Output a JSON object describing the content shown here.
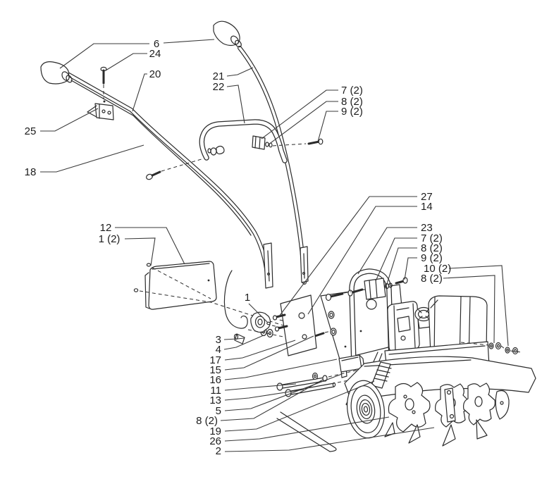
{
  "figure": {
    "description": "Exploded parts diagram of a rear-tine garden tiller showing handlebars, mounting hardware, engine, wheel and tine assembly",
    "background_color": "#ffffff",
    "line_color": "#2b2b2b",
    "label_color": "#1c1c1c",
    "callouts": [
      {
        "id": "6",
        "label": "6"
      },
      {
        "id": "24",
        "label": "24"
      },
      {
        "id": "20",
        "label": "20"
      },
      {
        "id": "21",
        "label": "21"
      },
      {
        "id": "22",
        "label": "22"
      },
      {
        "id": "7-upper",
        "label": "7 (2)"
      },
      {
        "id": "8-upper",
        "label": "8 (2)"
      },
      {
        "id": "9-upper",
        "label": "9 (2)"
      },
      {
        "id": "25",
        "label": "25"
      },
      {
        "id": "18",
        "label": "18"
      },
      {
        "id": "12",
        "label": "12"
      },
      {
        "id": "1-pair",
        "label": "1 (2)"
      },
      {
        "id": "1",
        "label": "1"
      },
      {
        "id": "27",
        "label": "27"
      },
      {
        "id": "14",
        "label": "14"
      },
      {
        "id": "23",
        "label": "23"
      },
      {
        "id": "7-mid",
        "label": "7 (2)"
      },
      {
        "id": "8-mid",
        "label": "8 (2)"
      },
      {
        "id": "9-mid",
        "label": "9 (2)"
      },
      {
        "id": "10-right",
        "label": "10 (2)"
      },
      {
        "id": "8-right",
        "label": "8 (2)"
      },
      {
        "id": "3",
        "label": "3"
      },
      {
        "id": "4",
        "label": "4"
      },
      {
        "id": "17",
        "label": "17"
      },
      {
        "id": "15",
        "label": "15"
      },
      {
        "id": "16",
        "label": "16"
      },
      {
        "id": "11",
        "label": "11"
      },
      {
        "id": "13",
        "label": "13"
      },
      {
        "id": "5",
        "label": "5"
      },
      {
        "id": "8-bottom",
        "label": "8 (2)"
      },
      {
        "id": "19",
        "label": "19"
      },
      {
        "id": "26",
        "label": "26"
      },
      {
        "id": "2",
        "label": "2"
      }
    ]
  }
}
